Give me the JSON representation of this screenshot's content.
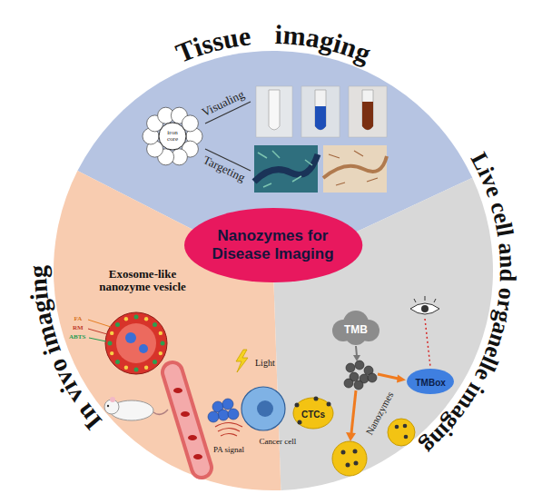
{
  "diagram": {
    "nodes": [
      {
        "text": [
          "Tissue imaging"
        ]
      },
      {
        "text": [
          "Live cell and organelle imaging"
        ]
      },
      {
        "text": [
          "In vivo imaging"
        ]
      },
      {
        "text": [
          "Nanozymes for Disease Imaging"
        ]
      }
    ],
    "labels": [
      "iron core",
      "Visualing",
      "Targeting",
      "Exosome-like nanozyme vesicle",
      "FA",
      "RM",
      "ABTS",
      "Light",
      "PA signal",
      "Cancer cell",
      "TMB",
      "TMBox",
      "CTCs",
      "Nanozymes"
    ]
  }
}
